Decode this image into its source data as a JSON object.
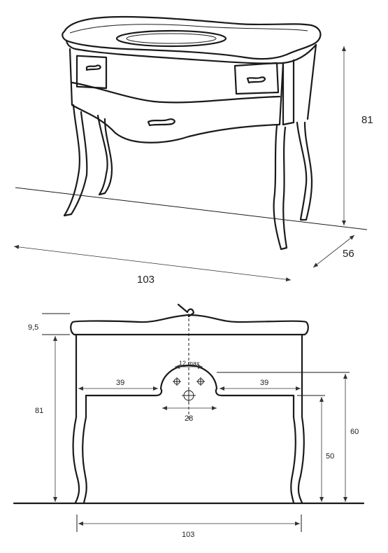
{
  "perspective_view": {
    "height": "81",
    "depth": "56",
    "width": "103"
  },
  "front_view": {
    "top_thickness": "9,5",
    "total_height": "81",
    "left_offset": "39",
    "right_offset": "39",
    "drain_spacing": "28",
    "pipe_max": "12 max",
    "arch_height": "60",
    "leg_height": "50",
    "width": "103"
  }
}
